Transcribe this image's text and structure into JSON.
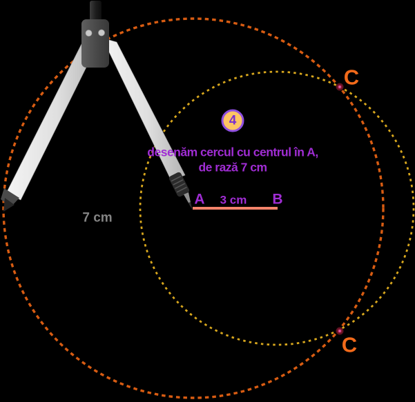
{
  "colors": {
    "background": "#000000",
    "circle_center_a": "#D85C12",
    "circle_center_b": "#D8A71D",
    "segment_ab": "#F5846B",
    "label_purple": "#A02DD4",
    "label_c_orange": "#F26A1A",
    "label_gray": "#848484",
    "badge_fill": "#FFC563",
    "badge_border": "#8E4FE0",
    "badge_number_color": "#7B2FD0",
    "intersection_dot_outer": "#5C1220",
    "intersection_dot_inner": "#E85AAD"
  },
  "step": {
    "number": "4",
    "instruction_line1": "desenăm cercul cu centrul în A,",
    "instruction_line2": "de rază 7 cm"
  },
  "labels": {
    "point_a": "A",
    "point_b": "B",
    "segment_length": "3 cm",
    "compass_opening": "7 cm",
    "intersection_top": "C",
    "intersection_bottom": "C"
  },
  "figure": {
    "type": "geometric-construction",
    "tool": "compass",
    "segment": {
      "from": "A",
      "to": "B",
      "length_label": "3 cm"
    },
    "circles": [
      {
        "id": "circle-center-a",
        "center_point": "A",
        "radius_label": "7 cm",
        "line_style": "dashed"
      },
      {
        "id": "circle-center-b",
        "center_point": "B",
        "line_style": "dashed"
      }
    ],
    "intersections": [
      "C",
      "C"
    ]
  }
}
